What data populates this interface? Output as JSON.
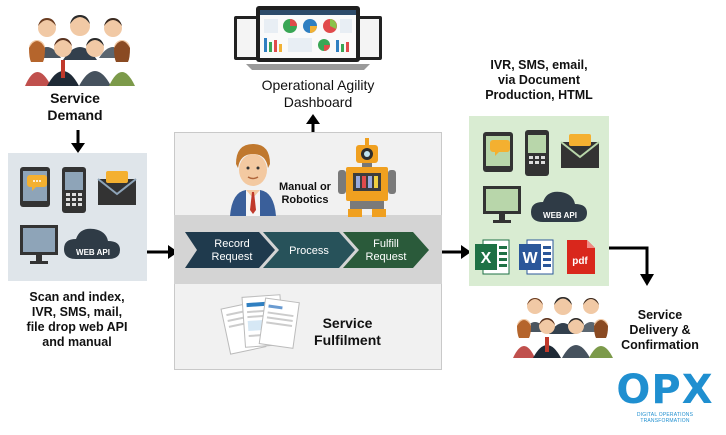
{
  "service_demand": {
    "line1": "Service",
    "line2": "Demand"
  },
  "dashboard": {
    "line1": "Operational  Agility",
    "line2": "Dashboard"
  },
  "channels_top": {
    "line1": "IVR, SMS, email,",
    "line2": "via Document",
    "line3": "Production, HTML"
  },
  "intake": {
    "line1": "Scan and index,",
    "line2": "IVR, SMS, mail,",
    "line3": "file drop web API",
    "line4": "and manual"
  },
  "worker": {
    "line1": "Manual or",
    "line2": "Robotics"
  },
  "process_steps": [
    {
      "line1": "Record",
      "line2": "Request"
    },
    {
      "line1": "Process",
      "line2": ""
    },
    {
      "line1": "Fulfill",
      "line2": "Request"
    }
  ],
  "fulfilment": {
    "line1": "Service",
    "line2": "Fulfilment"
  },
  "delivery": {
    "line1": "Service",
    "line2": "Delivery &",
    "line3": "Confirmation"
  },
  "web_api_label_left": "WEB API",
  "web_api_label_right": "WEB API",
  "doc_icons": {
    "excel": "X",
    "word": "W",
    "pdf": "pdf"
  },
  "logo": {
    "text": "OPX",
    "tagline": "DIGITAL OPERATIONS TRANSFORMATION"
  },
  "colors": {
    "chevron_dark": "#1f3a4d",
    "chevron_teal": "#27525a",
    "chevron_green": "#2a5a3a",
    "logo_blue": "#1f8fd0"
  }
}
